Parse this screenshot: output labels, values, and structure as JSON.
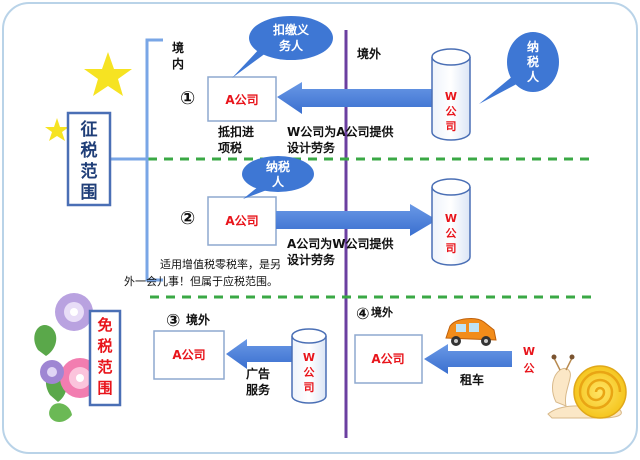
{
  "labels": {
    "domestic": [
      "境",
      "内"
    ],
    "abroad": "境外",
    "scope": [
      "征",
      "税",
      "范",
      "围"
    ],
    "exempt": [
      "免",
      "税",
      "范",
      "围"
    ],
    "company_a": "A公司",
    "company_w_v": [
      "W",
      "公",
      "司"
    ],
    "company_w_snail": [
      "W",
      "公"
    ],
    "withholding_bubble": [
      "扣缴义",
      "务人"
    ],
    "taxpayer_bubble1": [
      "纳",
      "税",
      "人"
    ],
    "taxpayer_bubble2": [
      "纳税",
      "人"
    ],
    "deduct": [
      "抵扣进",
      "项税"
    ],
    "case1_desc": [
      "W公司为A公司提供",
      "设计劳务"
    ],
    "case2_desc": [
      "A公司为W公司提供",
      "设计劳务"
    ],
    "zero_rate": [
      "适用增值税零税率，是另",
      "外一会儿事！但属于应税范围。"
    ],
    "case3_abroad": "境外",
    "case4_abroad": "境外",
    "ad_service": [
      "广告",
      "服务"
    ],
    "car_rental": "租车",
    "num1": "①",
    "num2": "②",
    "num3": "③",
    "num4": "④"
  },
  "colors": {
    "blue": "#3e77d4",
    "light_blue": "#79a6e6",
    "box_blue": "#4a6fb5",
    "red": "#e8141b",
    "purple": "#6b3fa0",
    "green": "#3aa845",
    "star": "#f6e322"
  }
}
